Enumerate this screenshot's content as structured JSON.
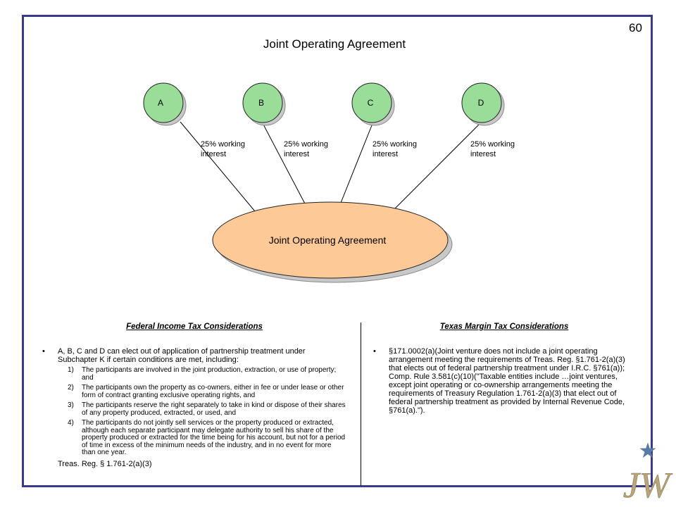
{
  "page_number": "60",
  "title": "Joint Operating Agreement",
  "colors": {
    "frame": "#3a3a8c",
    "node_fill": "#99dd99",
    "center_fill": "#fcc997",
    "logo_star": "#5a7aa6",
    "logo_letters": "#b8a67a"
  },
  "diagram": {
    "nodes": [
      {
        "label": "A",
        "edge_label_line1": "25% working",
        "edge_label_line2": "interest"
      },
      {
        "label": "B",
        "edge_label_line1": "25% working",
        "edge_label_line2": "interest"
      },
      {
        "label": "C",
        "edge_label_line1": "25% working",
        "edge_label_line2": "interest"
      },
      {
        "label": "D",
        "edge_label_line1": "25% working",
        "edge_label_line2": "interest"
      }
    ],
    "center_label": "Joint Operating Agreement"
  },
  "left_column": {
    "heading": "Federal Income Tax Considerations",
    "bullet_symbol": "•",
    "bullet": "A, B, C and D can elect out of application of partnership treatment under Subchapter K if certain conditions are met, including:",
    "items": [
      {
        "num": "1)",
        "text": "The participants are involved in the joint production, extraction, or use of property; and"
      },
      {
        "num": "2)",
        "text": "The participants own the property as co-owners, either in fee or under lease or other form of contract granting exclusive operating rights, and"
      },
      {
        "num": "3)",
        "text": "The participants reserve the right separately to take in kind or dispose of their shares of any property produced, extracted, or used, and"
      },
      {
        "num": "4)",
        "text": "The participants do not jointly sell services or the property produced or extracted, although each separate participant may delegate authority to sell his share of the property produced or extracted for the time being for his account, but not for a period of time in excess of the minimum needs of the industry, and in no event for more than one year."
      }
    ],
    "citation": "Treas. Reg. § 1.761-2(a)(3)"
  },
  "right_column": {
    "heading": "Texas Margin Tax Considerations",
    "bullet_symbol": "•",
    "bullet": "§171.0002(a)(Joint venture does not include a joint operating arrangement meeting the requirements of Treas. Reg. §1.761-2(a)(3) that elects out of federal partnership treatment under I.R.C. §761(a)); Comp. Rule 3.581(c)(10)(\"Taxable entities include …joint ventures, except joint operating or co-ownership arrangements meeting the requirements of Treasury Regulation 1.761-2(a)(3) that elect out of federal partnership treatment as provided by Internal Revenue Code, §761(a).\")."
  },
  "logo": {
    "letters": "JW",
    "star": "★"
  }
}
